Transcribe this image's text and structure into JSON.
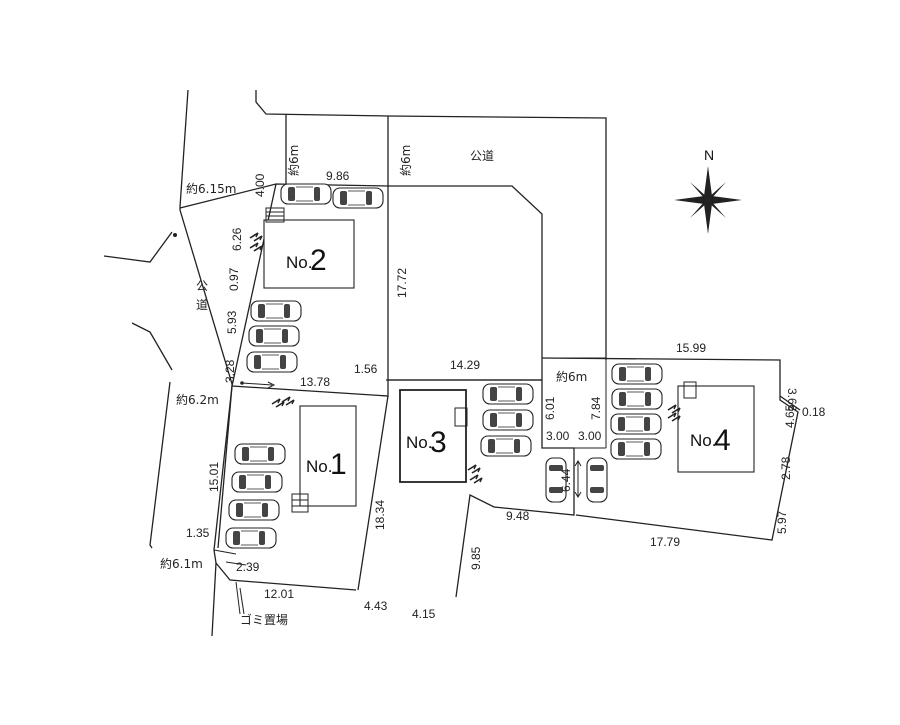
{
  "compass": {
    "north_label": "N"
  },
  "roads": {
    "north": "公道",
    "west": [
      "公",
      "道"
    ]
  },
  "lots": [
    {
      "number": "2",
      "prefix": "No."
    },
    {
      "number": "1",
      "prefix": "No."
    },
    {
      "number": "3",
      "prefix": "No."
    },
    {
      "number": "4",
      "prefix": "No."
    }
  ],
  "dims": {
    "d1": "約6m",
    "d2": "約6m",
    "d3": "9.86",
    "d4": "約6.15m",
    "d5": "4.00",
    "d6": "6.26",
    "d7": "0.97",
    "d8": "5.93",
    "d9": "3.28",
    "d10": "13.78",
    "d11": "1.56",
    "d12": "17.72",
    "d13": "14.29",
    "d14": "約6m",
    "d15": "15.99",
    "d16": "3.66",
    "d17": "0.18",
    "d18": "4.65",
    "d19": "2.78",
    "d20": "5.97",
    "d21": "17.79",
    "d22": "9.48",
    "d23": "9.85",
    "d24": "6.01",
    "d25": "7.84",
    "d26": "3.00",
    "d27": "3.00",
    "d28": "6.44",
    "d29": "約6.2m",
    "d30": "15.01",
    "d31": "18.34",
    "d32": "1.35",
    "d33": "約6.1m",
    "d34": "2.39",
    "d35": "12.01",
    "d36": "4.43",
    "d37": "4.15"
  },
  "garbage_label": "ゴミ置場"
}
